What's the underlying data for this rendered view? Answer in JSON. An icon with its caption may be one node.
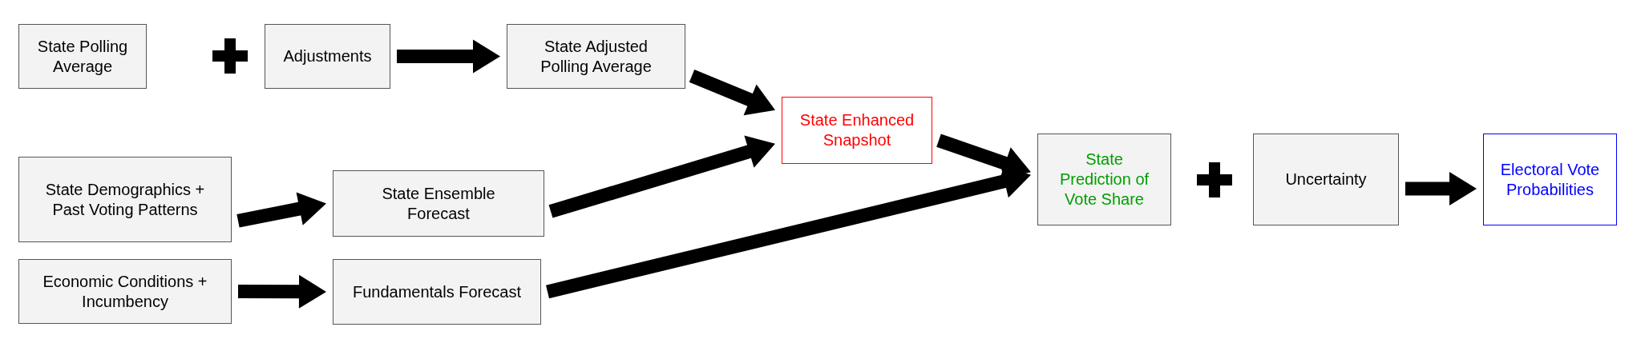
{
  "diagram": {
    "nodes": [
      {
        "text": [
          "State Polling Average"
        ]
      },
      {
        "text": [
          "Adjustments"
        ]
      },
      {
        "text": [
          "State Adjusted Polling Average"
        ]
      },
      {
        "text": [
          "State Enhanced Snapshot"
        ]
      },
      {
        "text": [
          "State Demographics + Past Voting Patterns"
        ]
      },
      {
        "text": [
          "State Ensemble Forecast"
        ]
      },
      {
        "text": [
          "Economic Conditions + Incumbency"
        ]
      },
      {
        "text": [
          "Fundamentals Forecast"
        ]
      },
      {
        "text": [
          "State Prediction of Vote Share"
        ]
      },
      {
        "text": [
          "Uncertainty"
        ]
      },
      {
        "text": [
          "Electoral Vote Probabilities"
        ]
      }
    ],
    "edges": [
      {
        "from": 1,
        "to": 2,
        "arrow": "to"
      },
      {
        "from": 2,
        "to": 3,
        "arrow": "to"
      },
      {
        "from": 4,
        "to": 5,
        "arrow": "to"
      },
      {
        "from": 5,
        "to": 3,
        "arrow": "to"
      },
      {
        "from": 6,
        "to": 7,
        "arrow": "to"
      },
      {
        "from": 3,
        "to": 8,
        "arrow": "to"
      },
      {
        "from": 7,
        "to": 8,
        "arrow": "to"
      },
      {
        "from": 9,
        "to": 10,
        "arrow": "to"
      }
    ]
  }
}
